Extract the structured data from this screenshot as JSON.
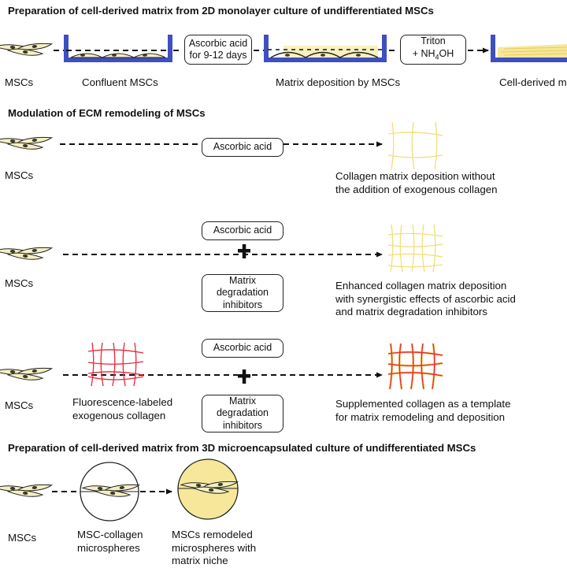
{
  "colors": {
    "dish_blue": "#3f4fc0",
    "cell_fill": "#f4efc2",
    "cell_nucleus": "#3a3a2a",
    "matrix_yellow": "#f0df7a",
    "collagen_red": "#e8283a",
    "microsphere_fill": "#f6e79a",
    "arrow": "#111111"
  },
  "section1": {
    "title": "Preparation of cell-derived matrix from 2D monolayer culture of undifferentiated MSCs",
    "labels": {
      "mscs": "MSCs",
      "confluent": "Confluent MSCs",
      "deposition": "Matrix deposition by MSCs",
      "cdm": "Cell-derived matrix"
    },
    "step1_box": [
      "Ascorbic acid",
      "for 9-12 days"
    ],
    "step2_box": {
      "line1": "Triton",
      "line2_prefix": "+ NH",
      "line2_sub": "4",
      "line2_suffix": "OH"
    }
  },
  "section2": {
    "title": "Modulation of ECM remodeling of MSCs",
    "rows": [
      {
        "source_label": "MSCs",
        "treatment_top": "Ascorbic acid",
        "result_lines": [
          "Collagen matrix deposition without",
          "the addition of exogenous collagen"
        ]
      },
      {
        "source_label": "MSCs",
        "treatment_top": "Ascorbic acid",
        "plus": "+",
        "treatment_bottom": [
          "Matrix",
          "degradation",
          "inhibitors"
        ],
        "result_lines": [
          "Enhanced collagen matrix deposition",
          "with synergistic effects of ascorbic acid",
          "and matrix degradation inhibitors"
        ]
      },
      {
        "source_label": "MSCs",
        "exogenous_label": [
          "Fluorescence-labeled",
          "exogenous collagen"
        ],
        "treatment_top": "Ascorbic acid",
        "plus": "+",
        "treatment_bottom": [
          "Matrix",
          "degradation",
          "inhibitors"
        ],
        "result_lines": [
          "Supplemented collagen as a template",
          "for matrix remodeling and deposition"
        ]
      }
    ]
  },
  "section3": {
    "title": "Preparation of cell-derived matrix from 3D microencapsulated culture of undifferentiated MSCs",
    "labels": {
      "mscs": "MSCs",
      "microspheres": [
        "MSC-collagen",
        "microspheres"
      ],
      "remodeled": [
        "MSCs remodeled",
        "microspheres with",
        "matrix niche"
      ]
    }
  }
}
